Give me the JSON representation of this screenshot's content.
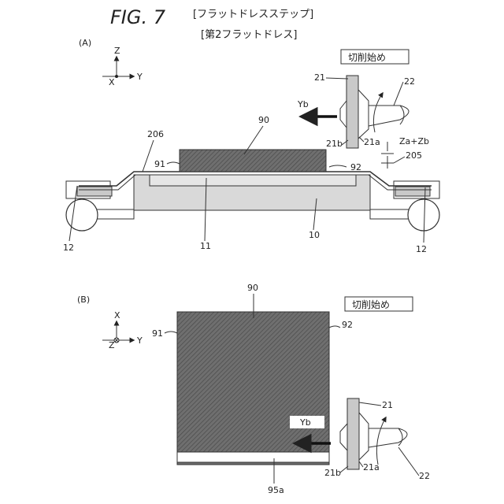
{
  "figure": {
    "title": "FIG. 7",
    "subtitle1": "[フラットドレスステップ]",
    "subtitle2": "[第2フラットドレス]"
  },
  "panel_a": {
    "label": "(A)",
    "axes": {
      "up": "Z",
      "right": "Y",
      "center": "X"
    },
    "start_label": "切削始め",
    "feed_label": "Yb",
    "refs": {
      "wafer": "90",
      "wafer_edge_left": "91",
      "wafer_edge_right": "92",
      "tool": "21",
      "tool_face": "21a",
      "tool_edge": "21b",
      "spindle": "22",
      "film": "206",
      "sensor": "205",
      "depth": "Za+Zb",
      "chuck": "11",
      "table": "10",
      "roller_left": "12",
      "roller_right": "12"
    }
  },
  "panel_b": {
    "label": "(B)",
    "axes": {
      "up": "X",
      "right": "Y",
      "center": "Z"
    },
    "start_label": "切削始め",
    "feed_label": "Yb",
    "refs": {
      "wafer": "90",
      "wafer_edge_left": "91",
      "wafer_edge_right": "92",
      "tool": "21",
      "tool_face": "21a",
      "tool_edge": "21b",
      "spindle": "22",
      "cut_region": "95a"
    }
  }
}
